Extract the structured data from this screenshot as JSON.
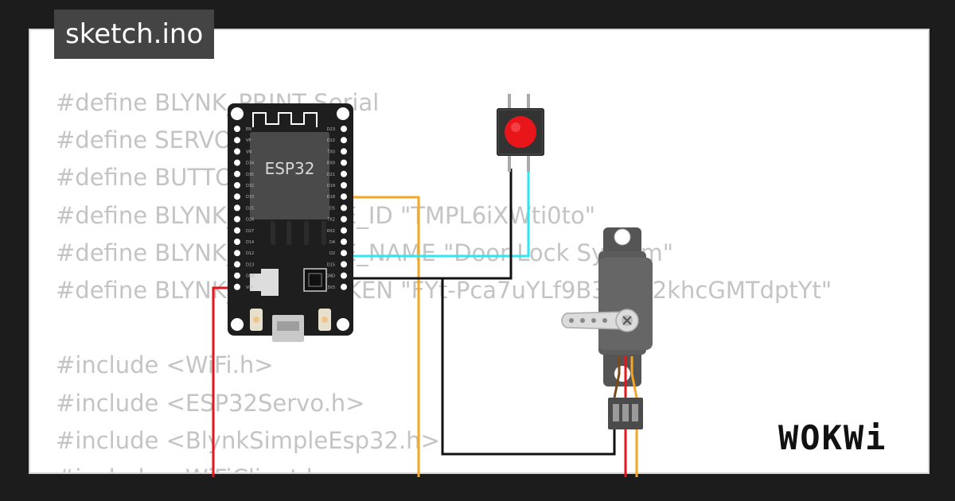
{
  "file": {
    "name": "sketch.ino"
  },
  "code": {
    "lines": [
      "#define BLYNK_PRINT Serial",
      "#define SERVO_PIN 18",
      "#define BUTTON_PIN 4",
      "#define BLYNK_TEMPLATE_ID \"TMPL6iXWti0to\"",
      "#define BLYNK_TEMPLATE_NAME \"Door Lock System\"",
      "#define BLYNK_AUTH_TOKEN \"FYt-Pca7uYLf9B3Kg-J2khcGMTdptYt\"",
      "",
      "#include <WiFi.h>",
      "#include <ESP32Servo.h>",
      "#include <BlynkSimpleEsp32.h>",
      "#include <WiFiClient.h>"
    ]
  },
  "board": {
    "label": "ESP32",
    "left_pins": [
      "EN",
      "VP",
      "VN",
      "D34",
      "D35",
      "D32",
      "D33",
      "D25",
      "D26",
      "D27",
      "D14",
      "D12",
      "D13",
      "GND",
      "VIN"
    ],
    "right_pins": [
      "D23",
      "D22",
      "TX0",
      "RX0",
      "D21",
      "D19",
      "D18",
      "D5",
      "TX2",
      "RX2",
      "D4",
      "D2",
      "D15",
      "GND",
      "3V3"
    ]
  },
  "brand": {
    "logo": "WOKWi"
  },
  "colors": {
    "board": "#1e1e1e",
    "button_cap": "#e8151b",
    "wire_orange": "#f5a623",
    "wire_cyan": "#2ee6f0",
    "wire_black": "#111111",
    "wire_red": "#e8151b",
    "servo_body": "#555555"
  }
}
